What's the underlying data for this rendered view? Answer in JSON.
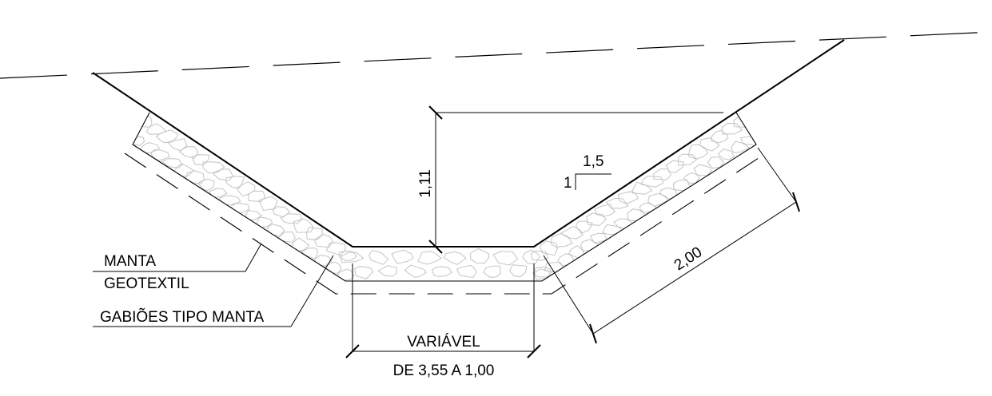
{
  "dimensions": {
    "depth": "1,11",
    "lining_length": "2,00",
    "bottom_width_line1": "VARIÁVEL",
    "bottom_width_line2": "DE 3,55 A 1,00"
  },
  "slope": {
    "horizontal": "1,5",
    "vertical": "1"
  },
  "labels": {
    "geotextile_line1": "MANTA",
    "geotextile_line2": "GEOTEXTIL",
    "gabion": "GABIÕES TIPO MANTA"
  }
}
